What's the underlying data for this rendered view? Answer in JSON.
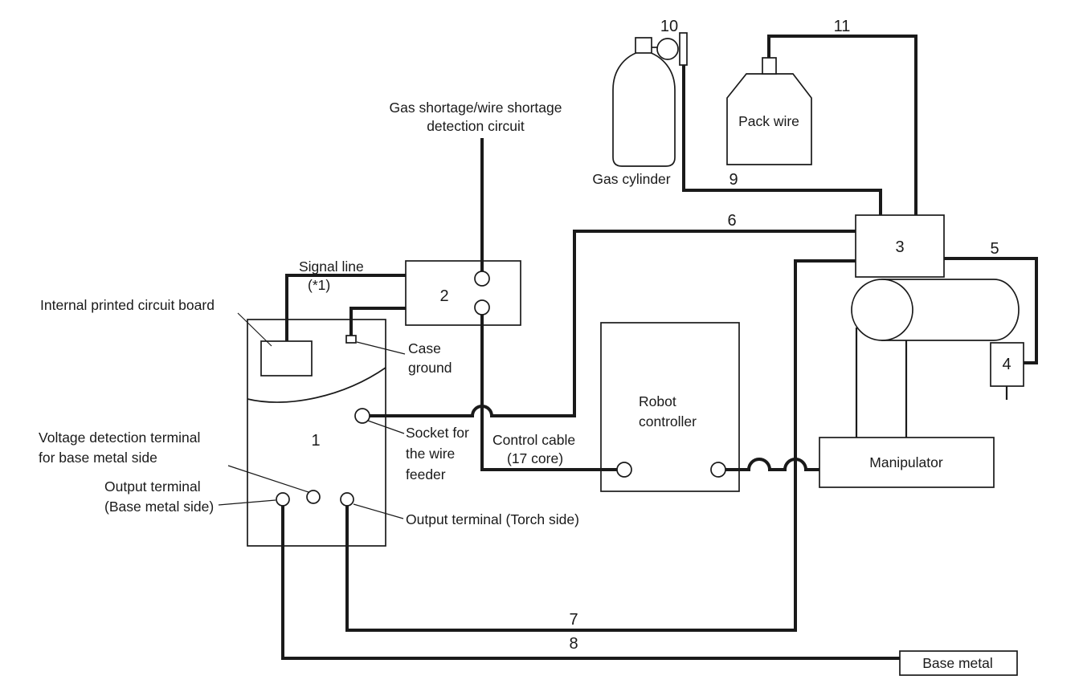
{
  "diagram": {
    "labels": {
      "gas_detection": [
        "Gas shortage/wire shortage",
        "detection circuit"
      ],
      "gas_cylinder": "Gas cylinder",
      "pack_wire": "Pack wire",
      "signal_line": [
        "Signal line",
        "(*1)"
      ],
      "internal_pcb": "Internal printed circuit board",
      "case_ground": [
        "Case",
        "ground"
      ],
      "socket_wire_feeder": [
        "Socket for",
        "the wire",
        "feeder"
      ],
      "control_cable": [
        "Control cable",
        "(17 core)"
      ],
      "robot_controller": [
        "Robot",
        "controller"
      ],
      "voltage_detection": [
        "Voltage detection terminal",
        "for base metal side"
      ],
      "output_terminal_base": [
        "Output terminal",
        "(Base metal side)"
      ],
      "output_terminal_torch": "Output terminal (Torch side)",
      "manipulator": "Manipulator",
      "base_metal": "Base metal"
    },
    "numbers": {
      "n1": "1",
      "n2": "2",
      "n3": "3",
      "n4": "4",
      "n5": "5",
      "n6": "6",
      "n7": "7",
      "n8": "8",
      "n9": "9",
      "n10": "10",
      "n11": "11"
    },
    "colors": {
      "line": "#1a1a1a",
      "background": "#ffffff"
    }
  }
}
